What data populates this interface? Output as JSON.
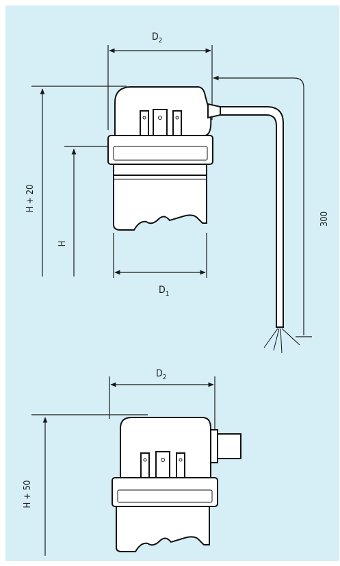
{
  "theme": {
    "background": "#d6eef6",
    "line_color": "#1a1a1a"
  },
  "labels": {
    "d2_top": "D",
    "d2_top_sub": "2",
    "d1": "D",
    "d1_sub": "1",
    "h_plus_20": "H + 20",
    "h": "H",
    "cable_length": "300",
    "d2_bottom": "D",
    "d2_bottom_sub": "2",
    "h_plus_50": "H + 50"
  }
}
